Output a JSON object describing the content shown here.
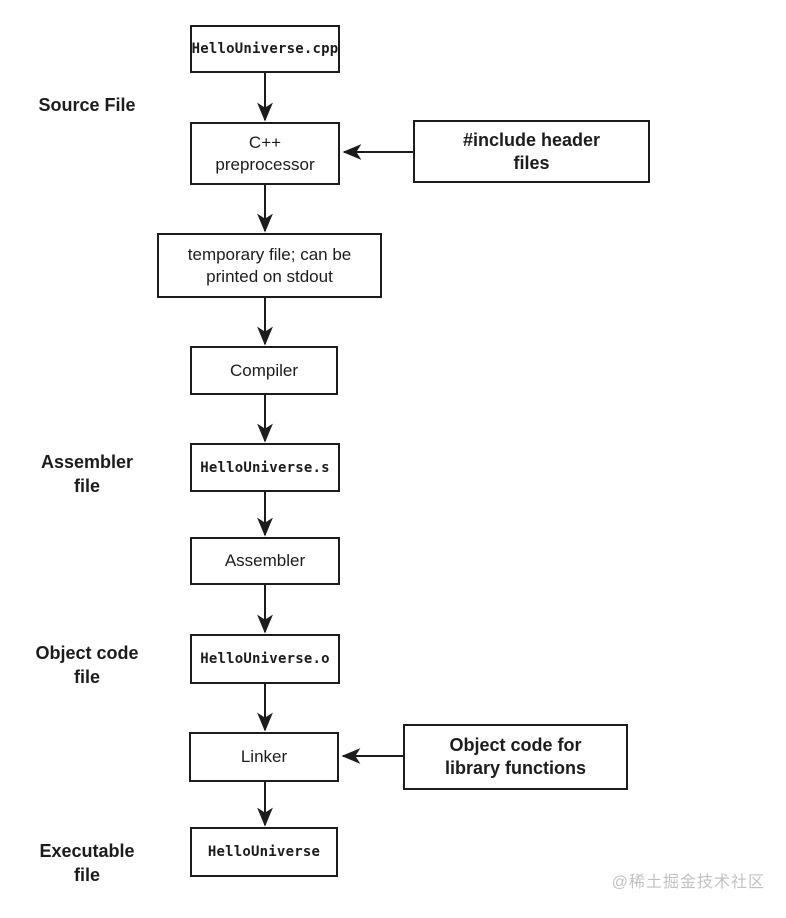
{
  "colors": {
    "line": "#1c1c1c",
    "text": "#1c1c1c",
    "background": "#ffffff",
    "watermark": "#c2c2c2"
  },
  "flowchart": {
    "nodes": {
      "source_file": {
        "label": "HelloUniverse.cpp",
        "style": "monospace"
      },
      "preprocessor": {
        "label": "C++\npreprocessor",
        "style": "plain"
      },
      "include_headers": {
        "label": "#include header\nfiles",
        "style": "bold"
      },
      "temp_file": {
        "label": "temporary file; can be\nprinted on stdout",
        "style": "plain"
      },
      "compiler": {
        "label": "Compiler",
        "style": "plain"
      },
      "assembly_file": {
        "label": "HelloUniverse.s",
        "style": "monospace"
      },
      "assembler": {
        "label": "Assembler",
        "style": "plain"
      },
      "object_file": {
        "label": "HelloUniverse.o",
        "style": "monospace"
      },
      "linker": {
        "label": "Linker",
        "style": "plain"
      },
      "object_library": {
        "label": "Object code for\nlibrary functions",
        "style": "bold"
      },
      "executable": {
        "label": "HelloUniverse",
        "style": "monospace"
      }
    },
    "stage_labels": {
      "source": "Source File",
      "assembler": "Assembler\nfile",
      "object": "Object code\nfile",
      "executable": "Executable\nfile"
    },
    "edges": [
      {
        "from": "source_file",
        "to": "preprocessor"
      },
      {
        "from": "include_headers",
        "to": "preprocessor"
      },
      {
        "from": "preprocessor",
        "to": "temp_file"
      },
      {
        "from": "temp_file",
        "to": "compiler"
      },
      {
        "from": "compiler",
        "to": "assembly_file"
      },
      {
        "from": "assembly_file",
        "to": "assembler"
      },
      {
        "from": "assembler",
        "to": "object_file"
      },
      {
        "from": "object_file",
        "to": "linker"
      },
      {
        "from": "object_library",
        "to": "linker"
      },
      {
        "from": "linker",
        "to": "executable"
      }
    ]
  },
  "watermark": "@稀土掘金技术社区"
}
